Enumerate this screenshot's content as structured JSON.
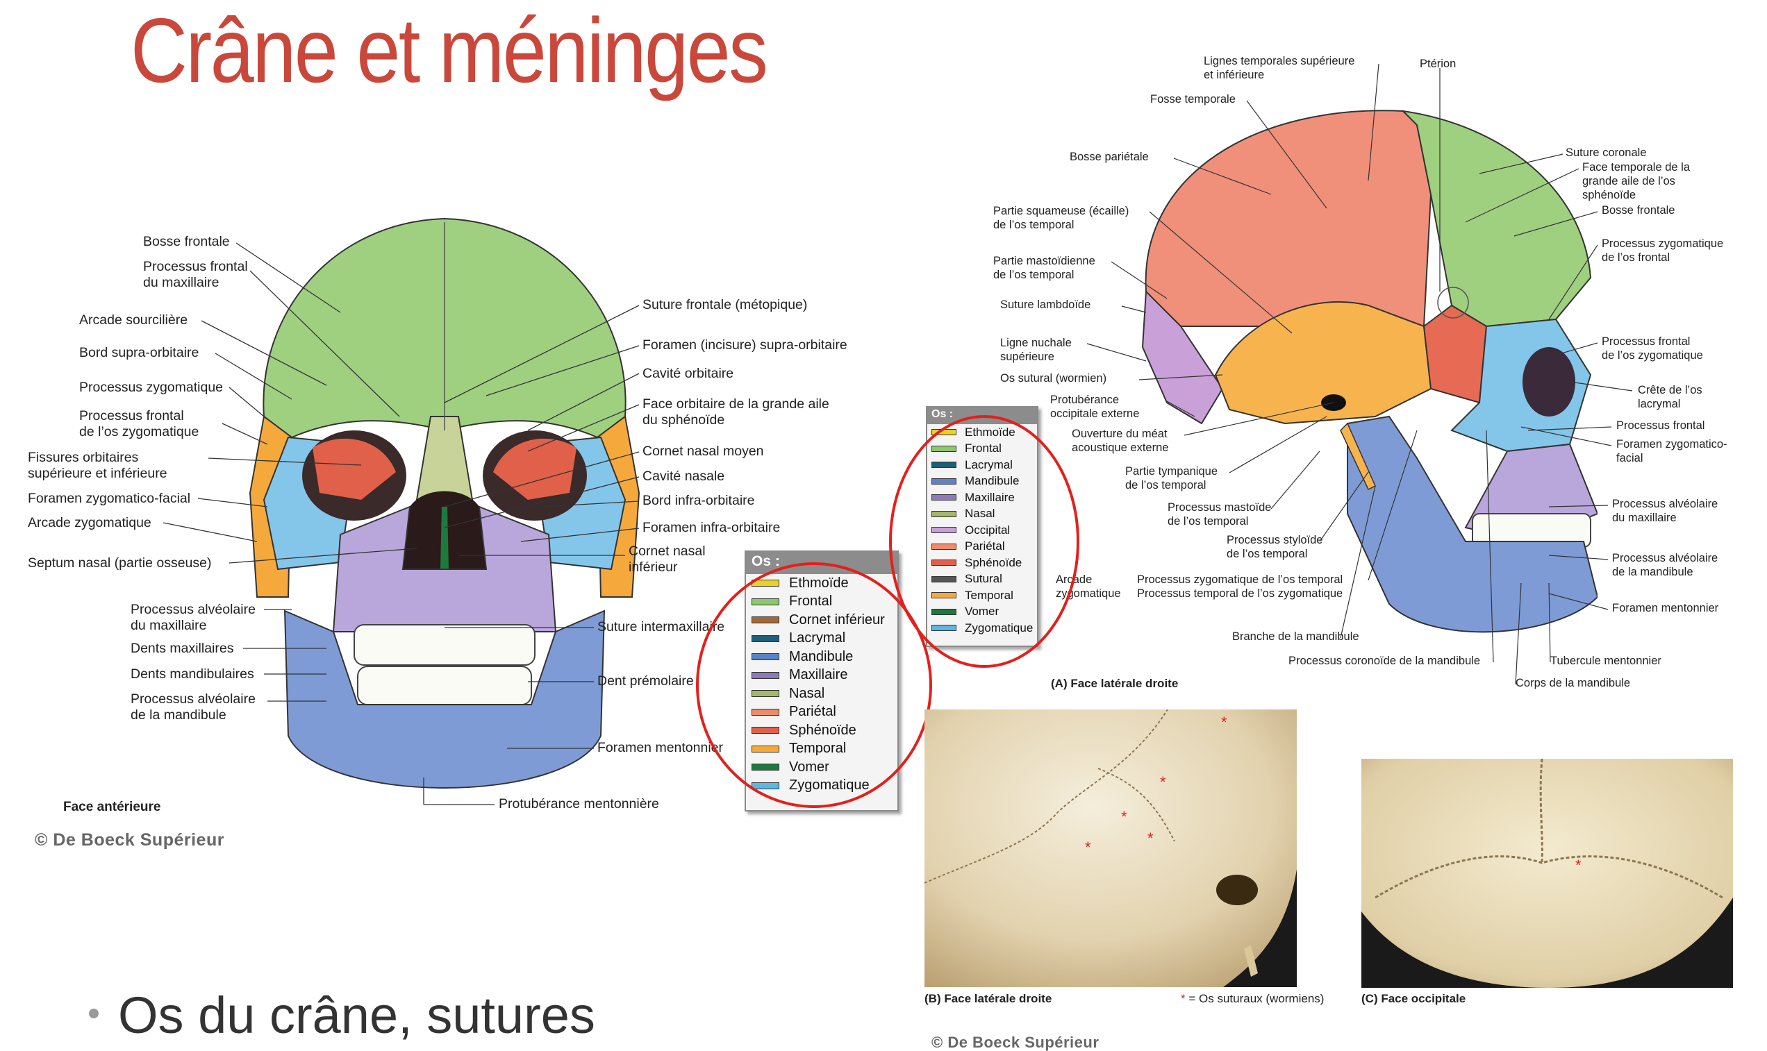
{
  "slide": {
    "title": "Crâne et méninges",
    "bullet": "Os du crâne, sutures"
  },
  "anterior": {
    "caption": "Face antérieure",
    "copyright": "© De Boeck Supérieur",
    "left_labels": [
      "Bosse frontale",
      "Processus frontal",
      "du maxillaire",
      "Arcade sourcilière",
      "Bord supra-orbitaire",
      "Processus zygomatique",
      "Processus frontal",
      "de l’os zygomatique",
      "Fissures orbitaires",
      "supérieure et inférieure",
      "Foramen zygomatico-facial",
      "Arcade zygomatique",
      "Septum nasal (partie osseuse)",
      "Processus alvéolaire",
      "du maxillaire",
      "Dents maxillaires",
      "Dents mandibulaires",
      "Processus alvéolaire",
      "de la mandibule"
    ],
    "right_labels": [
      "Suture frontale (métopique)",
      "Foramen (incisure) supra-orbitaire",
      "Cavité orbitaire",
      "Face orbitaire de la grande aile",
      "du sphénoïde",
      "Cornet nasal moyen",
      "Cavité nasale",
      "Bord infra-orbitaire",
      "Foramen infra-orbitaire",
      "Cornet nasal",
      "inférieur",
      "Suture intermaxillaire",
      "Dent prémolaire",
      "Foramen mentonnier",
      "Protubérance mentonnière"
    ]
  },
  "legend_big": {
    "title": "Os :",
    "items": [
      {
        "label": "Ethmoïde",
        "color": "#e8d22a"
      },
      {
        "label": "Frontal",
        "color": "#8cc66e"
      },
      {
        "label": "Cornet inférieur",
        "color": "#a0673a"
      },
      {
        "label": "Lacrymal",
        "color": "#1f5f7a"
      },
      {
        "label": "Mandibule",
        "color": "#5b82c4"
      },
      {
        "label": "Maxillaire",
        "color": "#8e7ab8"
      },
      {
        "label": "Nasal",
        "color": "#a5b86a"
      },
      {
        "label": "Pariétal",
        "color": "#ef8b6b"
      },
      {
        "label": "Sphénoïde",
        "color": "#e0604a"
      },
      {
        "label": "Temporal",
        "color": "#f5a93c"
      },
      {
        "label": "Vomer",
        "color": "#1e7a3c"
      },
      {
        "label": "Zygomatique",
        "color": "#5cb8e0"
      }
    ]
  },
  "lateral": {
    "caption": "(A) Face latérale droite",
    "top_labels": [
      "Lignes temporales supérieure",
      "et inférieure",
      "Ptérion",
      "Fosse temporale"
    ],
    "left_labels": [
      "Bosse pariétale",
      "Partie squameuse (écaille)",
      "de l’os temporal",
      "Partie mastoïdienne",
      "de l’os temporal",
      "Suture lambdoïde",
      "Ligne nuchale",
      "supérieure",
      "Os sutural (wormien)",
      "Protubérance",
      "occipitale externe",
      "Ouverture du méat",
      "acoustique externe",
      "Partie tympanique",
      "de l’os temporal",
      "Processus mastoïde",
      "de l’os temporal",
      "Processus styloïde",
      "de l’os temporal",
      "Arcade",
      "zygomatique",
      "Processus zygomatique de l’os temporal",
      "Processus temporal de l’os zygomatique",
      "Branche de la mandibule",
      "Processus coronoïde de la mandibule"
    ],
    "right_labels": [
      "Suture coronale",
      "Face temporale de la",
      "grande aile de l’os",
      "sphénoïde",
      "Bosse frontale",
      "Processus zygomatique",
      "de l’os frontal",
      "Processus frontal",
      "de l’os zygomatique",
      "Crête de l’os",
      "lacrymal",
      "Processus frontal",
      "Foramen zygomatico-",
      "facial",
      "Processus alvéolaire",
      "du maxillaire",
      "Processus alvéolaire",
      "de la mandibule",
      "Foramen mentonnier",
      "Tubercule mentonnier",
      "Corps de la mandibule"
    ]
  },
  "legend_small": {
    "title": "Os :",
    "items": [
      {
        "label": "Ethmoïde",
        "color": "#e8d22a"
      },
      {
        "label": "Frontal",
        "color": "#8cc66e"
      },
      {
        "label": "Lacrymal",
        "color": "#1f5f7a"
      },
      {
        "label": "Mandibule",
        "color": "#5b82c4"
      },
      {
        "label": "Maxillaire",
        "color": "#8e7ab8"
      },
      {
        "label": "Nasal",
        "color": "#a5b86a"
      },
      {
        "label": "Occipital",
        "color": "#c9a0d8"
      },
      {
        "label": "Pariétal",
        "color": "#ef8b6b"
      },
      {
        "label": "Sphénoïde",
        "color": "#e0604a"
      },
      {
        "label": "Sutural",
        "color": "#555555"
      },
      {
        "label": "Temporal",
        "color": "#f5a93c"
      },
      {
        "label": "Vomer",
        "color": "#1e7a3c"
      },
      {
        "label": "Zygomatique",
        "color": "#5cb8e0"
      }
    ]
  },
  "photos": {
    "caption_b": "(B) Face latérale droite",
    "caption_b_note": "= Os suturaux (wormiens)",
    "star": "*",
    "caption_c": "(C) Face occipitale",
    "copyright": "© De Boeck Supérieur"
  },
  "colors": {
    "title": "#c9483b",
    "highlight_circle": "#e3201b"
  }
}
